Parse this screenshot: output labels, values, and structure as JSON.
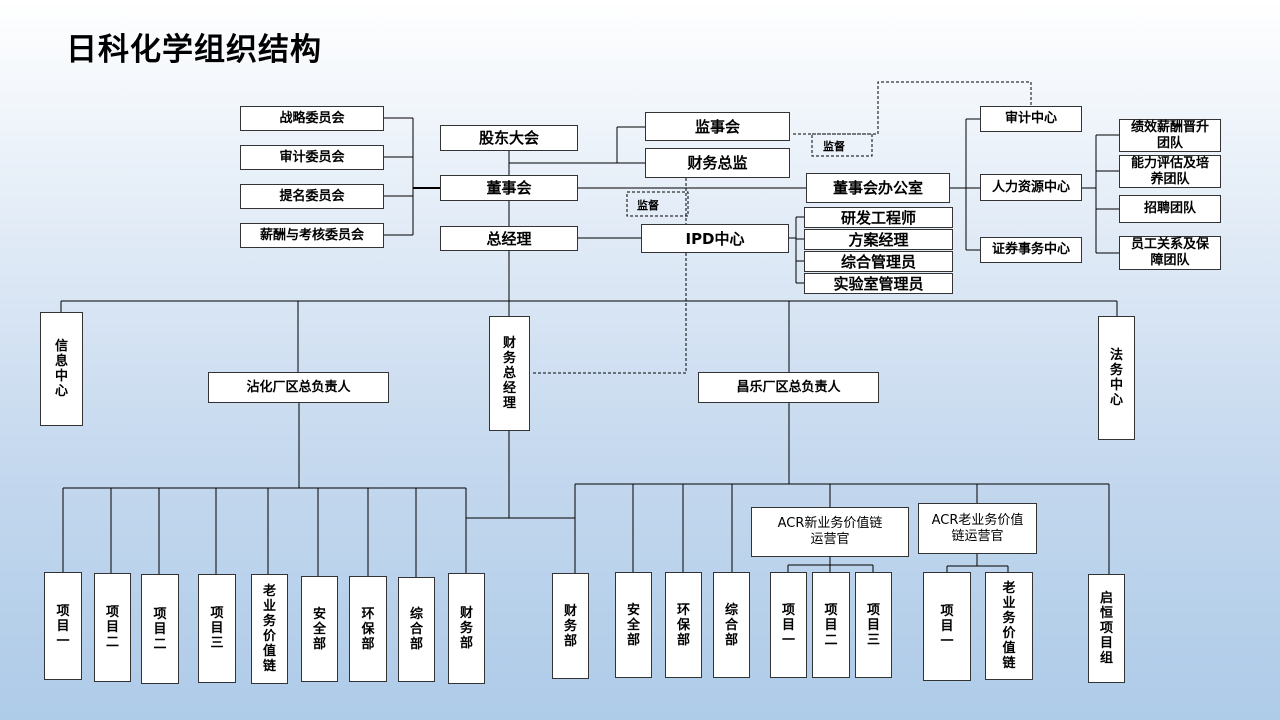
{
  "title": "日科化学组织结构",
  "nodes": {
    "strategy_committee": "战略委员会",
    "audit_committee": "审计委员会",
    "nomination_committee": "提名委员会",
    "salary_committee": "薪酬与考核委员会",
    "shareholders": "股东大会",
    "board": "董事会",
    "gm": "总经理",
    "supervisory_board": "监事会",
    "cfo_top": "财务总监",
    "board_office": "董事会办公室",
    "ipd_center": "IPD中心",
    "rd_engineer": "研发工程师",
    "solution_manager": "方案经理",
    "admin_manager": "综合管理员",
    "lab_manager": "实验室管理员",
    "audit_center": "审计中心",
    "hr_center": "人力资源中心",
    "securities_center": "证券事务中心",
    "perf_team": "绩效薪酬晋升团队",
    "ability_team": "能力评估及培养团队",
    "recruit_team": "招聘团队",
    "relations_team": "员工关系及保障团队",
    "info_center": "信息中心",
    "finance_gm": "财务总经理",
    "legal_center": "法务中心",
    "zhanhua_head": "沾化厂区总负责人",
    "changle_head": "昌乐厂区总负责人",
    "acr_new": "ACR新业务价值链运营官",
    "acr_old": "ACR老业务价值链运营官"
  },
  "supervise_labels": [
    "监督",
    "监督"
  ],
  "zhanhua_units": [
    "项目一",
    "项目二",
    "项目二",
    "项目三",
    "老业务价值链",
    "安全部",
    "环保部",
    "综合部",
    "财务部"
  ],
  "changle_units": [
    "财务部",
    "安全部",
    "环保部",
    "综合部"
  ],
  "acr_new_units": [
    "项目一",
    "项目二",
    "项目三"
  ],
  "acr_old_units": [
    "项目一",
    "老业务价值链"
  ],
  "qiheng": "启恒项目组"
}
